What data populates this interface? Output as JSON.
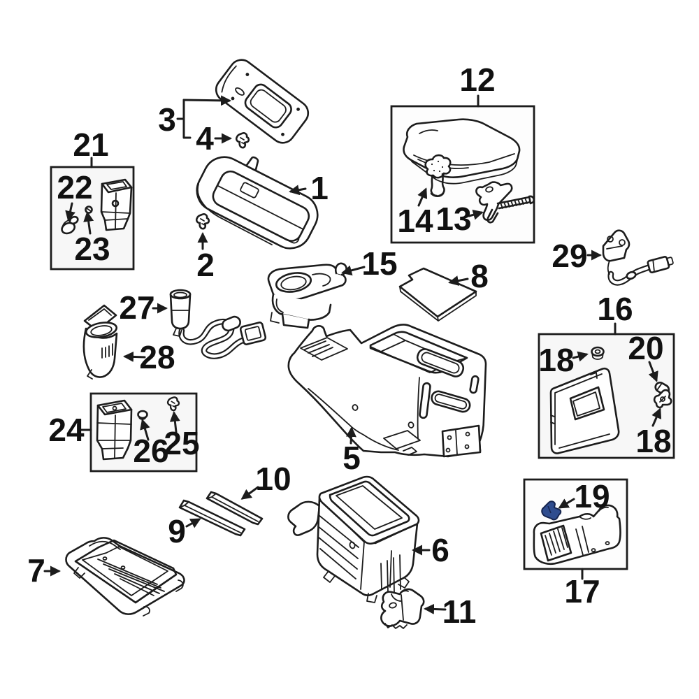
{
  "diagram": {
    "type": "exploded-parts-diagram",
    "background_color": "#ffffff",
    "line_color": "#1c1c1c",
    "label_color": "#111111",
    "highlight_color": "#2f4d8f",
    "highlighted_part": "19",
    "labels": {
      "p1": "1",
      "p2": "2",
      "p3": "3",
      "p4": "4",
      "p5": "5",
      "p6": "6",
      "p7": "7",
      "p8": "8",
      "p9": "9",
      "p10": "10",
      "p11": "11",
      "p12": "12",
      "p13": "13",
      "p14": "14",
      "p15": "15",
      "p16": "16",
      "p17": "17",
      "p18a": "18",
      "p18b": "18",
      "p19": "19",
      "p20": "20",
      "p21": "21",
      "p22": "22",
      "p23": "23",
      "p24": "24",
      "p25": "25",
      "p26": "26",
      "p27": "27",
      "p28": "28",
      "p29": "29"
    },
    "grouped_assemblies": [
      {
        "box_label": "21",
        "contains": [
          "22",
          "23"
        ]
      },
      {
        "box_label": "12",
        "contains": [
          "13",
          "14"
        ]
      },
      {
        "box_label": "16",
        "contains": [
          "18",
          "20"
        ]
      },
      {
        "box_label": "24",
        "contains": [
          "25",
          "26"
        ]
      },
      {
        "box_label": "17",
        "contains": [
          "19"
        ]
      }
    ]
  }
}
